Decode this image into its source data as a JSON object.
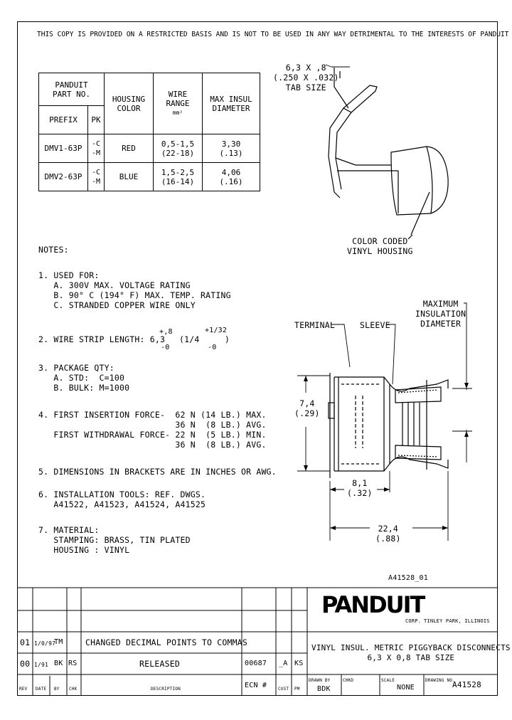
{
  "restriction_notice": "THIS COPY IS PROVIDED ON A RESTRICTED BASIS AND IS NOT TO BE USED IN ANY WAY DETRIMENTAL TO THE INTERESTS OF PANDUIT CORP.",
  "part_table": {
    "h_panduit": "PANDUIT",
    "h_partno": "PART NO.",
    "h_prefix": "PREFIX",
    "h_pk": "PK",
    "h_housing": "HOUSING\nCOLOR",
    "h_wire": "WIRE\nRANGE",
    "h_wire_unit": "mm²",
    "h_insul": "MAX INSUL\nDIAMETER",
    "rows": [
      {
        "prefix": "DMV1-63P",
        "pk": "-C\n-M",
        "color": "RED",
        "range": "0,5-1,5\n(22-18)",
        "insul": "3,30\n(.13)"
      },
      {
        "prefix": "DMV2-63P",
        "pk": "-C\n-M",
        "color": "BLUE",
        "range": "1,5-2,5\n(16-14)",
        "insul": "4,06\n(.16)"
      }
    ]
  },
  "tab_label": "6,3 X ,8\n(.250 X .032)\nTAB SIZE",
  "vinyl_label": "COLOR CODED\nVINYL HOUSING",
  "notes": {
    "title": "NOTES:",
    "n1": "1. USED FOR:\n   A. 300V MAX. VOLTAGE RATING\n   B. 90° C (194° F) MAX. TEMP. RATING\n   C. STRANDED COPPER WIRE ONLY",
    "n2a": "2. WIRE STRIP LENGTH: 6,3",
    "n2_tol1_top": "+,8",
    "n2_tol1_bot": "-0",
    "n2b": "(1/4",
    "n2_tol2_top": "+1/32",
    "n2_tol2_bot": "-0",
    "n2c": ")",
    "n3": "3. PACKAGE QTY:\n   A. STD:  C=100\n   B. BULK: M=1000",
    "n4": "4. FIRST INSERTION FORCE-  62 N (14 LB.) MAX.\n                           36 N  (8 LB.) AVG.\n   FIRST WITHDRAWAL FORCE- 22 N  (5 LB.) MIN.\n                           36 N  (8 LB.) AVG.",
    "n5": "5. DIMENSIONS IN BRACKETS ARE IN INCHES OR AWG.",
    "n6": "6. INSTALLATION TOOLS: REF. DWGS.\n   A41522, A41523, A41524, A41525",
    "n7": "7. MATERIAL:\n   STAMPING: BRASS, TIN PLATED\n   HOUSING : VINYL"
  },
  "section": {
    "terminal": "TERMINAL",
    "sleeve": "SLEEVE",
    "max_insul": "MAXIMUM\nINSULATION\nDIAMETER",
    "dim_h": "7,4\n(.29)",
    "dim_81": "8,1\n(.32)",
    "dim_224": "22,4\n(.88)"
  },
  "drawing_ref": "A41528_01",
  "title_block": {
    "logo": "PANDUIT",
    "corp": "CORP.",
    "location": "TINLEY PARK, ILLINOIS",
    "title": "VINYL INSUL. METRIC PIGGYBACK DISCONNECTS\n6,3 X 0,8 TAB SIZE",
    "rev_rows": [
      {
        "rev": "01",
        "date": "1/0/97",
        "by": "TM",
        "chk": "",
        "desc": "CHANGED DECIMAL POINTS TO COMMAS",
        "ecn": "",
        "cust": "",
        "pm": ""
      },
      {
        "rev": "00",
        "date": "1/91",
        "by": "BK",
        "chk": "RS",
        "desc": "RELEASED",
        "ecn": "00687",
        "cust": "_A",
        "pm": "KS"
      }
    ],
    "h_rev": "REV",
    "h_date": "DATE",
    "h_by": "BY",
    "h_chk": "CHK",
    "h_desc": "DESCRIPTION",
    "h_ecn": "ECN #",
    "h_cust": "CUST",
    "h_pm": "PM",
    "h_drawn": "DRAWN BY",
    "drawn": "BDK",
    "h_chkd": "CHKD",
    "h_scale": "SCALE",
    "scale": "NONE",
    "h_dwg": "DRAWING NO.",
    "dwg": "A41528"
  }
}
